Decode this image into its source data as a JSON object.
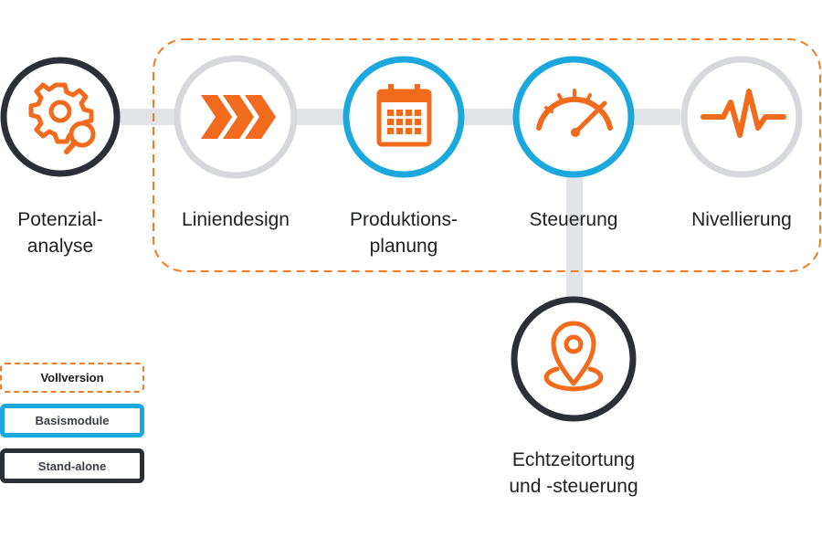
{
  "nodes": [
    {
      "id": "potenzialanalyse",
      "label_line1": "Potenzial-",
      "label_line2": "analyse",
      "icon": "gear-search-icon",
      "ring": "stand-alone"
    },
    {
      "id": "liniendesign",
      "label_line1": "Liniendesign",
      "label_line2": "",
      "icon": "chevrons-icon",
      "ring": "default"
    },
    {
      "id": "produktionsplanung",
      "label_line1": "Produktions-",
      "label_line2": "planung",
      "icon": "calendar-icon",
      "ring": "base-module"
    },
    {
      "id": "steuerung",
      "label_line1": "Steuerung",
      "label_line2": "",
      "icon": "gauge-icon",
      "ring": "base-module"
    },
    {
      "id": "nivellierung",
      "label_line1": "Nivellierung",
      "label_line2": "",
      "icon": "pulse-icon",
      "ring": "default"
    },
    {
      "id": "echtzeitortung",
      "label_line1": "Echtzeitortung",
      "label_line2": "und -steuerung",
      "icon": "location-pin-icon",
      "ring": "stand-alone"
    }
  ],
  "legend": {
    "full_version": "Vollversion",
    "base_modules": "Basismodule",
    "stand_alone": "Stand-alone"
  },
  "colors": {
    "accent_orange": "#f26a1b",
    "dashed_orange": "#f07c24",
    "base_blue": "#1ba8dc",
    "stand_alone_dark": "#2c2f36",
    "default_ring": "#d7d8dc",
    "connector": "#e3e4e8"
  }
}
